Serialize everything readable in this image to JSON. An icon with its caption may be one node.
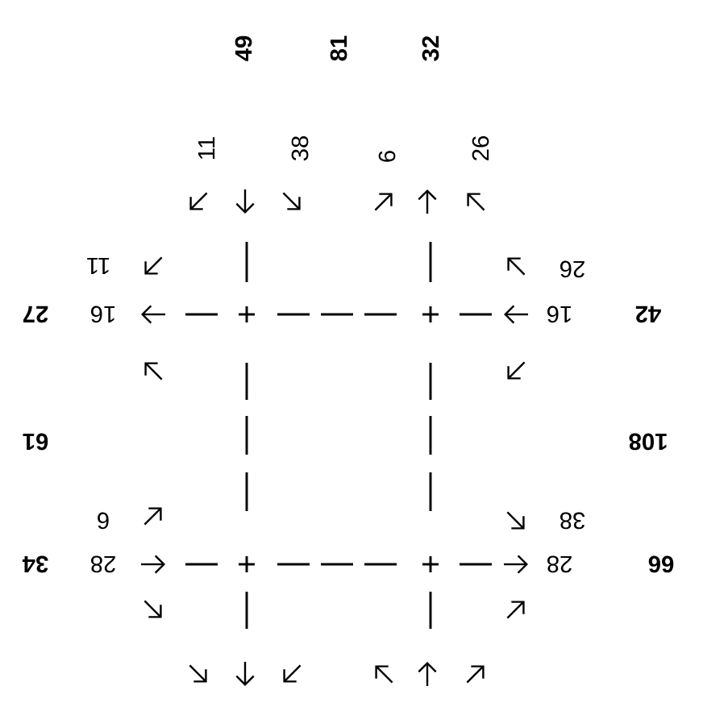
{
  "diagram": {
    "labels": [
      "49",
      "81",
      "32",
      "11",
      "38",
      "6",
      "26",
      "11",
      "26",
      "27",
      "16",
      "16",
      "42",
      "61",
      "108",
      "6",
      "38",
      "34",
      "28",
      "28",
      "66"
    ]
  }
}
